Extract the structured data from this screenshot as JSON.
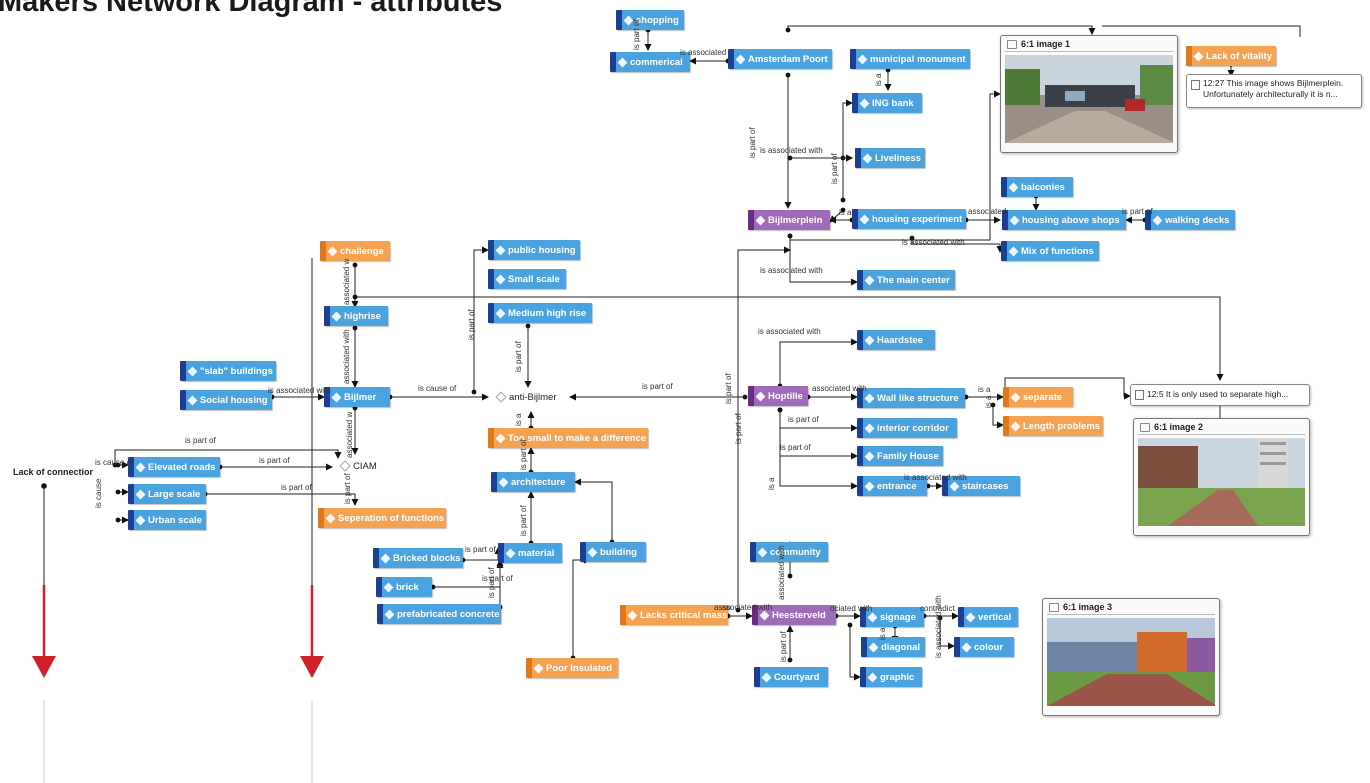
{
  "title": "Makers Network Diagram - attributes",
  "colors": {
    "concept": "#4aa3df",
    "problem": "#f5a252",
    "place": "#a06bb8",
    "arrow_red": "#d0202a"
  },
  "nodes": {
    "shopping": "shopping",
    "commerical": "commerical",
    "amsterdam_poort": "Amsterdam Poort",
    "municipal_monument": "municipal monument",
    "ing_bank": "ING bank",
    "liveliness": "Liveliness",
    "bijlmerplein": "Bijlmerplein",
    "housing_experiment": "housing experiment",
    "balconies": "balconies",
    "housing_above_shops": "housing above shops",
    "walking_decks": "walking decks",
    "mix_of_functions": "Mix of functions",
    "the_main_center": "The main center",
    "lack_of_vitality": "Lack of vitality",
    "challenge": "challenge",
    "highrise": "highrise",
    "public_housing": "public housing",
    "small_scale": "Small scale",
    "medium_high_rise": "Medium high rise",
    "slab_buildings": "\"slab\" buildings",
    "social_housing": "Social housing",
    "bijlmer": "Bijlmer",
    "anti_bijlmer": "anti-Bijlmer",
    "too_small": "Too small to make a difference",
    "haardstee": "Haardstee",
    "hoptille": "Hoptille",
    "wall_like_structure": "Wall like structure",
    "separate": "separate",
    "length_problems": "Length problems",
    "interior_corridor": "interior corridor",
    "family_house": "Family House",
    "entrance": "entrance",
    "staircases": "staircases",
    "lack_of_connection": "Lack of connection",
    "elevated_roads": "Elevated roads",
    "large_scale": "Large scale",
    "urban_scale": "Urban scale",
    "ciam": "CIAM",
    "seperation_of_functions": "Seperation of functions",
    "architecture": "architecture",
    "material": "material",
    "building": "building",
    "bricked_blocks": "Bricked blocks",
    "brick": "brick",
    "prefabricated_concrete": "prefabricated concrete",
    "poor_insulated": "Poor Insulated",
    "community": "community",
    "lacks_critical_mass": "Lacks critical mass",
    "heesterveld": "Heesterveld",
    "signage": "signage",
    "vertical": "vertical",
    "diagonal": "diagonal",
    "colour": "colour",
    "graphic": "graphic",
    "courtyard": "Courtyard"
  },
  "cards": {
    "image1": "6:1 image 1",
    "image2": "6:1 image 2",
    "image3": "6:1 image 3"
  },
  "memos": {
    "memo_bijlmerplein": "12:27 This image shows Bijlmerplein. Unfortunately architecturally it is n...",
    "memo_separate": "12:5 It is only used to separate high..."
  },
  "edge_labels": {
    "is_part_of": "is part of",
    "is_associated_with": "is associated with",
    "is_a": "is a",
    "is_cause_of": "is cause of",
    "contradicts": "contradicts",
    "associated_with_short": "associated with",
    "ociated_with": "ociated with",
    "associated_with_clip": "ssociated with",
    "associated_w": "associated w",
    "associated_wi": "associated wi",
    "contradict_clip": "contradict",
    "asso": "asso",
    "associated_clip": "associated",
    "is_cause": "is cause",
    "is_associated_clip": "is associated"
  }
}
